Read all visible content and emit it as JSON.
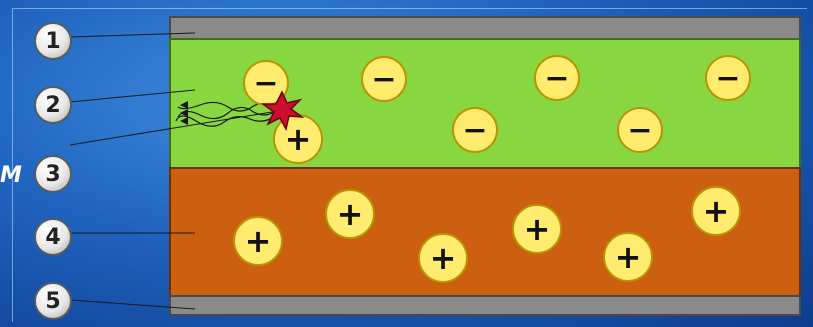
{
  "side_letter": "M",
  "labels": [
    "1",
    "2",
    "3",
    "4",
    "5"
  ],
  "signs": {
    "negative": "−",
    "positive": "+"
  },
  "colors": {
    "electrode": "#8a8a8a",
    "upper_layer": "#88d640",
    "lower_layer": "#cc6010",
    "particle": "#ffeb6e",
    "spark": "#c8102e"
  }
}
